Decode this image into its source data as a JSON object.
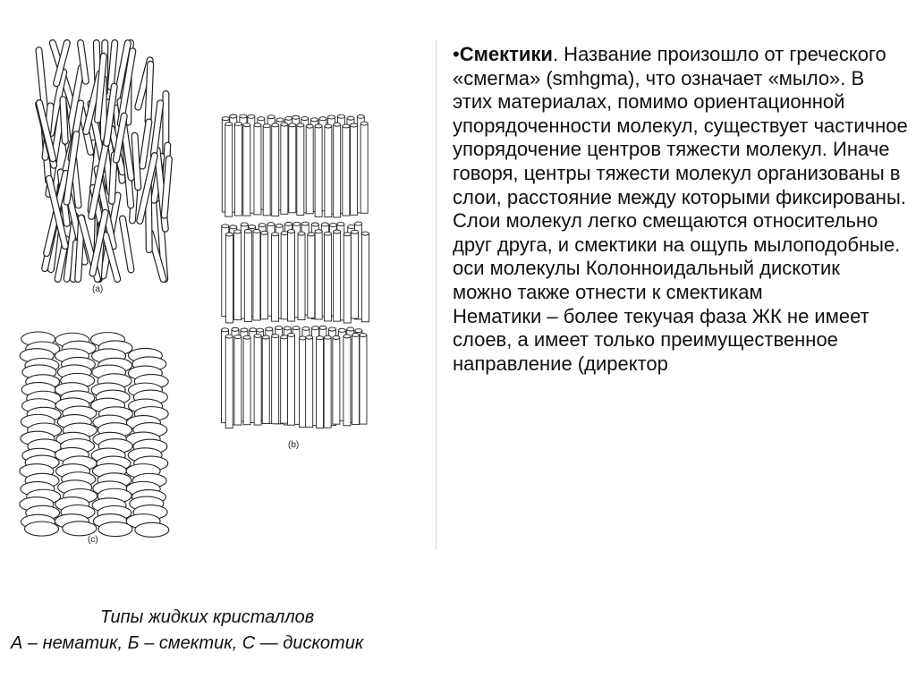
{
  "figures": {
    "label_a": "(a)",
    "label_b": "(b)",
    "label_c": "(c)",
    "a": {
      "description_name": "nematic-rods"
    },
    "b": {
      "layers": 3
    },
    "c": {
      "rows": 24
    }
  },
  "text": {
    "bullet": "•",
    "smectics_term": "Смектики",
    "smectics_body": ". Название произошло от греческого «смегма» (smhgma), что означает «мыло». В этих материалах, помимо ориентационной упорядоченности молекул, существует частичное упорядочение центров тяжести молекул. Иначе говоря, центры тяжести молекул организованы в слои, расстояние между которыми фиксированы. Слои молекул легко смещаются относительно друг друга, и смектики на ощупь мылоподобные. оси молекулы Колонноидальный дискотик",
    "para2": "можно также отнести к смектикам",
    "para3": "Нематики – более текучая фаза ЖК не имеет слоев, а имеет только преимущественное направление (директор"
  },
  "caption": {
    "line1": "Типы жидких кристаллов",
    "line2": "А – нематик, Б – смектик, С — дискотик"
  }
}
